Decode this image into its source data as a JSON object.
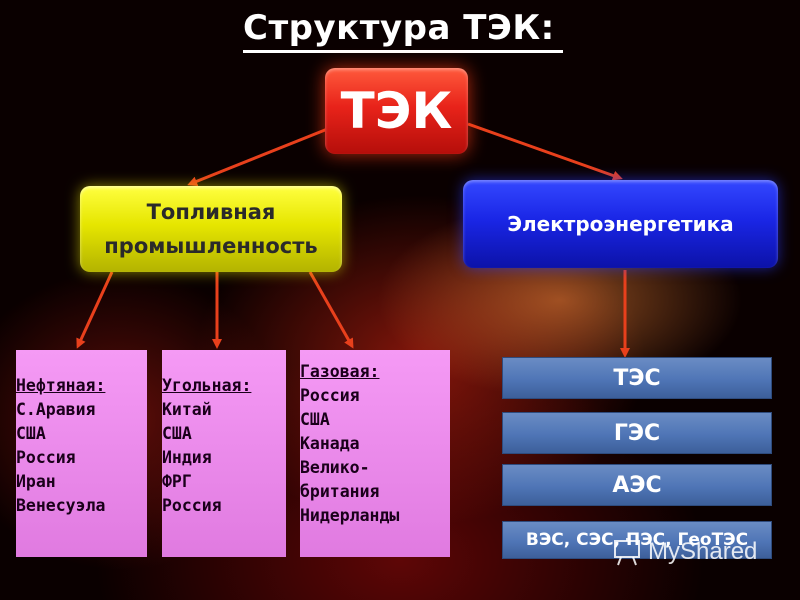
{
  "title": "Структура ТЭК:",
  "root": "ТЭК",
  "branches": {
    "fuel": {
      "lines": [
        "Топливная",
        "промышленность"
      ],
      "groups": {
        "oil": {
          "head": "Нефтяная:",
          "items": [
            "С.Аравия",
            "США",
            "Россия",
            "Иран",
            "Венесуэла"
          ]
        },
        "coal": {
          "head": "Угольная:",
          "items": [
            "Китай",
            "США",
            "Индия",
            "ФРГ",
            "Россия"
          ]
        },
        "gas": {
          "head": "Газовая:",
          "items": [
            "Россия",
            "США",
            "Канада",
            "Велико-",
            "британия",
            "Нидерланды"
          ]
        }
      }
    },
    "electric": {
      "label": "Электроэнергетика",
      "plants": [
        "ТЭС",
        "ГЭС",
        "АЭС",
        "ВЭС, СЭС, ПЭС, ГеоТЭС"
      ]
    }
  },
  "colors": {
    "root": "#e8231a",
    "fuel": "#e6e600",
    "electric": "#1a26e6",
    "groups": "#e07ae0",
    "plants": "#4f75b6",
    "arrows": "#e8401c"
  },
  "watermark": "MyShared"
}
